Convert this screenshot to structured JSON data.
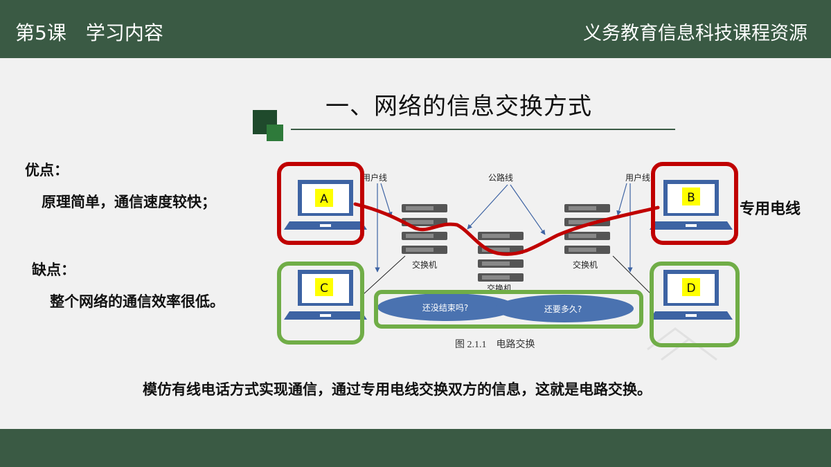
{
  "header": {
    "lesson": "第5课　学习内容",
    "resource": "义务教育信息科技课程资源"
  },
  "slide": {
    "title": "一、网络的信息交换方式"
  },
  "advantages": {
    "heading": "优点：",
    "text": "原理简单，通信速度较快；"
  },
  "disadvantages": {
    "heading": "缺点：",
    "text": "整个网络的通信效率很低。"
  },
  "conclusion": "模仿有线电话方式实现通信，通过专用电线交换双方的信息，这就是电路交换。",
  "label_special_line": "专用电线",
  "diagram": {
    "user_line_left": "用户线",
    "user_line_right": "用户线",
    "public_line": "公路线",
    "switch_left": "交换机",
    "switch_middle": "交换机",
    "switch_right": "交换机",
    "computers": [
      "A",
      "B",
      "C",
      "D"
    ],
    "bubble_left": "还没结束吗?",
    "bubble_right": "还要多久?",
    "caption": "图 2.1.1　电路交换"
  },
  "colors": {
    "bar": "#3a5a44",
    "red": "#c00000",
    "green": "#70ad47",
    "laptop": "#3d63a3",
    "bubble": "#4a72b0"
  }
}
